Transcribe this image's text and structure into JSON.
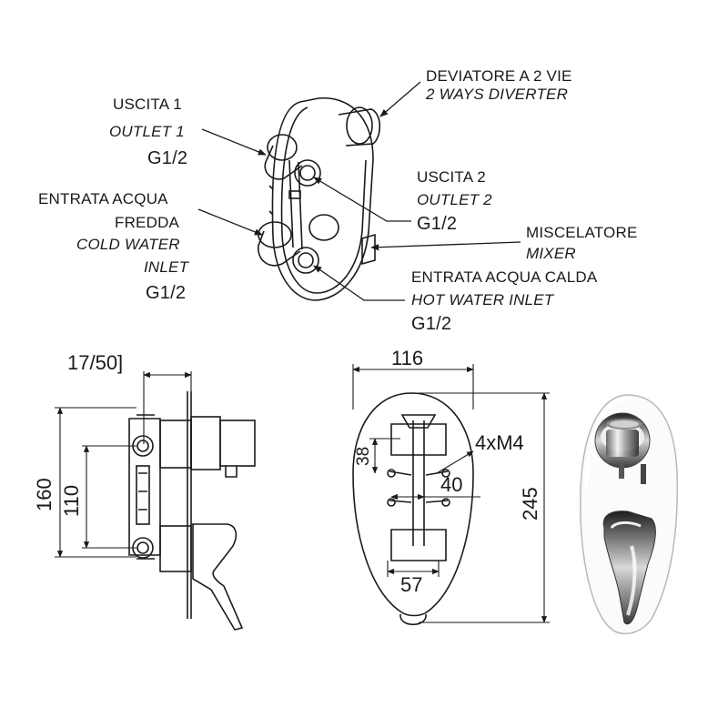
{
  "callouts": {
    "diverter_it": "DEVIATORE A 2 VIE",
    "diverter_en": "2 WAYS DIVERTER",
    "outlet1_it": "USCITA 1",
    "outlet1_en": "OUTLET 1",
    "outlet1_thread": "G1/2",
    "cold_it_1": "ENTRATA ACQUA",
    "cold_it_2": "FREDDA",
    "cold_en_1": "COLD WATER",
    "cold_en_2": "INLET",
    "cold_thread": "G1/2",
    "outlet2_it": "USCITA 2",
    "outlet2_en": "OUTLET 2",
    "outlet2_thread": "G1/2",
    "mixer_it": "MISCELATORE",
    "mixer_en": "MIXER",
    "hot_it": "ENTRATA ACQUA CALDA",
    "hot_en": "HOT WATER INLET",
    "hot_thread": "G1/2"
  },
  "side_view": {
    "depth": "17/50]",
    "height_total": "160",
    "height_centers": "110"
  },
  "front_view": {
    "width": "116",
    "height": "245",
    "screws": "4xM4",
    "offset_top": "38",
    "offset_center": "40",
    "bottom_width": "57"
  },
  "colors": {
    "line": "#1a1a1a",
    "chrome_dark": "#2a2a2a",
    "chrome_light": "#e8e8e8"
  }
}
